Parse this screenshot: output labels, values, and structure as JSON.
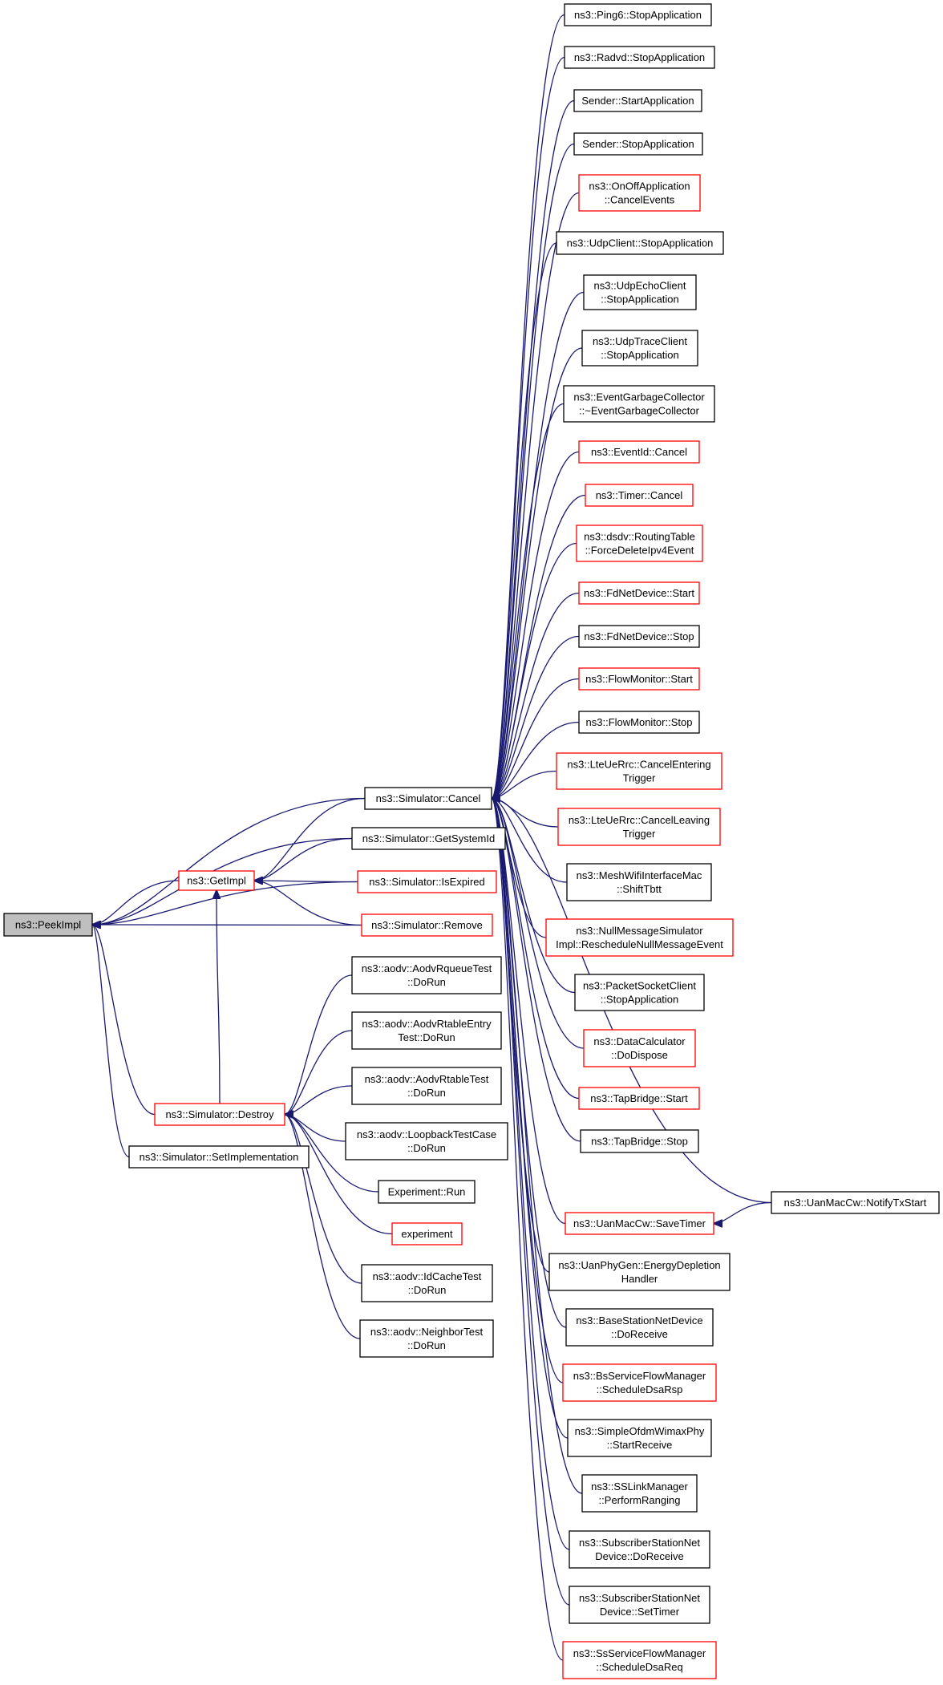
{
  "colors": {
    "edge": "#191970",
    "border_black": "#000000",
    "border_red": "#ff0000",
    "root_fill": "#bfbfbf",
    "node_fill": "#ffffff"
  },
  "nodes": [
    {
      "id": "peekimpl",
      "lines": [
        "ns3::PeekImpl"
      ],
      "style": "root"
    },
    {
      "id": "getimpl",
      "lines": [
        "ns3::GetImpl"
      ],
      "style": "red"
    },
    {
      "id": "sim-cancel",
      "lines": [
        "ns3::Simulator::Cancel"
      ],
      "style": "black"
    },
    {
      "id": "sim-getsystemid",
      "lines": [
        "ns3::Simulator::GetSystemId"
      ],
      "style": "black"
    },
    {
      "id": "sim-isexpired",
      "lines": [
        "ns3::Simulator::IsExpired"
      ],
      "style": "red"
    },
    {
      "id": "sim-remove",
      "lines": [
        "ns3::Simulator::Remove"
      ],
      "style": "red"
    },
    {
      "id": "sim-destroy",
      "lines": [
        "ns3::Simulator::Destroy"
      ],
      "style": "red"
    },
    {
      "id": "sim-setimpl",
      "lines": [
        "ns3::Simulator::SetImplementation"
      ],
      "style": "black"
    },
    {
      "id": "ping6-stop",
      "lines": [
        "ns3::Ping6::StopApplication"
      ],
      "style": "black"
    },
    {
      "id": "radvd-stop",
      "lines": [
        "ns3::Radvd::StopApplication"
      ],
      "style": "black"
    },
    {
      "id": "sender-start",
      "lines": [
        "Sender::StartApplication"
      ],
      "style": "black"
    },
    {
      "id": "sender-stop",
      "lines": [
        "Sender::StopApplication"
      ],
      "style": "black"
    },
    {
      "id": "onoff-cancel",
      "lines": [
        "ns3::OnOffApplication",
        "::CancelEvents"
      ],
      "style": "red"
    },
    {
      "id": "udpclient-stop",
      "lines": [
        "ns3::UdpClient::StopApplication"
      ],
      "style": "black"
    },
    {
      "id": "udpecho-stop",
      "lines": [
        "ns3::UdpEchoClient",
        "::StopApplication"
      ],
      "style": "black"
    },
    {
      "id": "udptrace-stop",
      "lines": [
        "ns3::UdpTraceClient",
        "::StopApplication"
      ],
      "style": "black"
    },
    {
      "id": "egc-dtor",
      "lines": [
        "ns3::EventGarbageCollector",
        "::~EventGarbageCollector"
      ],
      "style": "black"
    },
    {
      "id": "eventid-cancel",
      "lines": [
        "ns3::EventId::Cancel"
      ],
      "style": "red"
    },
    {
      "id": "timer-cancel",
      "lines": [
        "ns3::Timer::Cancel"
      ],
      "style": "red"
    },
    {
      "id": "dsdv-force",
      "lines": [
        "ns3::dsdv::RoutingTable",
        "::ForceDeleteIpv4Event"
      ],
      "style": "red"
    },
    {
      "id": "fd-start",
      "lines": [
        "ns3::FdNetDevice::Start"
      ],
      "style": "red"
    },
    {
      "id": "fd-stop",
      "lines": [
        "ns3::FdNetDevice::Stop"
      ],
      "style": "black"
    },
    {
      "id": "flow-start",
      "lines": [
        "ns3::FlowMonitor::Start"
      ],
      "style": "red"
    },
    {
      "id": "flow-stop",
      "lines": [
        "ns3::FlowMonitor::Stop"
      ],
      "style": "black"
    },
    {
      "id": "lte-entering",
      "lines": [
        "ns3::LteUeRrc::CancelEntering",
        "Trigger"
      ],
      "style": "red"
    },
    {
      "id": "lte-leaving",
      "lines": [
        "ns3::LteUeRrc::CancelLeaving",
        "Trigger"
      ],
      "style": "red"
    },
    {
      "id": "mesh-shift",
      "lines": [
        "ns3::MeshWifiInterfaceMac",
        "::ShiftTbtt"
      ],
      "style": "black"
    },
    {
      "id": "nullmsg",
      "lines": [
        "ns3::NullMessageSimulator",
        "Impl::RescheduleNullMessageEvent"
      ],
      "style": "red"
    },
    {
      "id": "packetsocket-stop",
      "lines": [
        "ns3::PacketSocketClient",
        "::StopApplication"
      ],
      "style": "black"
    },
    {
      "id": "datacalc",
      "lines": [
        "ns3::DataCalculator",
        "::DoDispose"
      ],
      "style": "red"
    },
    {
      "id": "tap-start",
      "lines": [
        "ns3::TapBridge::Start"
      ],
      "style": "red"
    },
    {
      "id": "tap-stop",
      "lines": [
        "ns3::TapBridge::Stop"
      ],
      "style": "black"
    },
    {
      "id": "uan-savetimer",
      "lines": [
        "ns3::UanMacCw::SaveTimer"
      ],
      "style": "red"
    },
    {
      "id": "uan-notify",
      "lines": [
        "ns3::UanMacCw::NotifyTxStart"
      ],
      "style": "black"
    },
    {
      "id": "uanphy",
      "lines": [
        "ns3::UanPhyGen::EnergyDepletion",
        "Handler"
      ],
      "style": "black"
    },
    {
      "id": "bs-receive",
      "lines": [
        "ns3::BaseStationNetDevice",
        "::DoReceive"
      ],
      "style": "black"
    },
    {
      "id": "bs-flow",
      "lines": [
        "ns3::BsServiceFlowManager",
        "::ScheduleDsaRsp"
      ],
      "style": "red"
    },
    {
      "id": "ofdm",
      "lines": [
        "ns3::SimpleOfdmWimaxPhy",
        "::StartReceive"
      ],
      "style": "black"
    },
    {
      "id": "sslink",
      "lines": [
        "ns3::SSLinkManager",
        "::PerformRanging"
      ],
      "style": "black"
    },
    {
      "id": "ss-receive",
      "lines": [
        "ns3::SubscriberStationNet",
        "Device::DoReceive"
      ],
      "style": "black"
    },
    {
      "id": "ss-settimer",
      "lines": [
        "ns3::SubscriberStationNet",
        "Device::SetTimer"
      ],
      "style": "black"
    },
    {
      "id": "ss-flow",
      "lines": [
        "ns3::SsServiceFlowManager",
        "::ScheduleDsaReq"
      ],
      "style": "red"
    },
    {
      "id": "aodv-rqueue",
      "lines": [
        "ns3::aodv::AodvRqueueTest",
        "::DoRun"
      ],
      "style": "black"
    },
    {
      "id": "aodv-rtentry",
      "lines": [
        "ns3::aodv::AodvRtableEntry",
        "Test::DoRun"
      ],
      "style": "black"
    },
    {
      "id": "aodv-rtable",
      "lines": [
        "ns3::aodv::AodvRtableTest",
        "::DoRun"
      ],
      "style": "black"
    },
    {
      "id": "aodv-loopback",
      "lines": [
        "ns3::aodv::LoopbackTestCase",
        "::DoRun"
      ],
      "style": "black"
    },
    {
      "id": "exp-run",
      "lines": [
        "Experiment::Run"
      ],
      "style": "black"
    },
    {
      "id": "experiment",
      "lines": [
        "experiment"
      ],
      "style": "red"
    },
    {
      "id": "aodv-idcache",
      "lines": [
        "ns3::aodv::IdCacheTest",
        "::DoRun"
      ],
      "style": "black"
    },
    {
      "id": "aodv-neighbor",
      "lines": [
        "ns3::aodv::NeighborTest",
        "::DoRun"
      ],
      "style": "black"
    }
  ],
  "edges": [
    {
      "from": "sim-cancel",
      "to": "peekimpl"
    },
    {
      "from": "sim-getsystemid",
      "to": "peekimpl"
    },
    {
      "from": "getimpl",
      "to": "peekimpl"
    },
    {
      "from": "sim-isexpired",
      "to": "peekimpl"
    },
    {
      "from": "sim-remove",
      "to": "peekimpl"
    },
    {
      "from": "sim-destroy",
      "to": "peekimpl"
    },
    {
      "from": "sim-setimpl",
      "to": "peekimpl"
    },
    {
      "from": "sim-cancel",
      "to": "getimpl"
    },
    {
      "from": "sim-getsystemid",
      "to": "getimpl"
    },
    {
      "from": "sim-isexpired",
      "to": "getimpl"
    },
    {
      "from": "sim-remove",
      "to": "getimpl"
    },
    {
      "from": "sim-destroy",
      "to": "getimpl"
    },
    {
      "from": "ping6-stop",
      "to": "sim-cancel"
    },
    {
      "from": "radvd-stop",
      "to": "sim-cancel"
    },
    {
      "from": "sender-start",
      "to": "sim-cancel"
    },
    {
      "from": "sender-stop",
      "to": "sim-cancel"
    },
    {
      "from": "onoff-cancel",
      "to": "sim-cancel"
    },
    {
      "from": "udpclient-stop",
      "to": "sim-cancel"
    },
    {
      "from": "udpecho-stop",
      "to": "sim-cancel"
    },
    {
      "from": "udptrace-stop",
      "to": "sim-cancel"
    },
    {
      "from": "egc-dtor",
      "to": "sim-cancel"
    },
    {
      "from": "eventid-cancel",
      "to": "sim-cancel"
    },
    {
      "from": "timer-cancel",
      "to": "sim-cancel"
    },
    {
      "from": "dsdv-force",
      "to": "sim-cancel"
    },
    {
      "from": "fd-start",
      "to": "sim-cancel"
    },
    {
      "from": "fd-stop",
      "to": "sim-cancel"
    },
    {
      "from": "flow-start",
      "to": "sim-cancel"
    },
    {
      "from": "flow-stop",
      "to": "sim-cancel"
    },
    {
      "from": "lte-entering",
      "to": "sim-cancel"
    },
    {
      "from": "lte-leaving",
      "to": "sim-cancel"
    },
    {
      "from": "mesh-shift",
      "to": "sim-cancel"
    },
    {
      "from": "nullmsg",
      "to": "sim-cancel"
    },
    {
      "from": "packetsocket-stop",
      "to": "sim-cancel"
    },
    {
      "from": "datacalc",
      "to": "sim-cancel"
    },
    {
      "from": "tap-start",
      "to": "sim-cancel"
    },
    {
      "from": "tap-stop",
      "to": "sim-cancel"
    },
    {
      "from": "uan-notify",
      "to": "sim-cancel"
    },
    {
      "from": "uan-savetimer",
      "to": "sim-cancel"
    },
    {
      "from": "uanphy",
      "to": "sim-cancel"
    },
    {
      "from": "bs-receive",
      "to": "sim-cancel"
    },
    {
      "from": "bs-flow",
      "to": "sim-cancel"
    },
    {
      "from": "ofdm",
      "to": "sim-cancel"
    },
    {
      "from": "sslink",
      "to": "sim-cancel"
    },
    {
      "from": "ss-receive",
      "to": "sim-cancel"
    },
    {
      "from": "ss-settimer",
      "to": "sim-cancel"
    },
    {
      "from": "ss-flow",
      "to": "sim-cancel"
    },
    {
      "from": "uan-notify",
      "to": "uan-savetimer"
    },
    {
      "from": "aodv-rqueue",
      "to": "sim-destroy"
    },
    {
      "from": "aodv-rtentry",
      "to": "sim-destroy"
    },
    {
      "from": "aodv-rtable",
      "to": "sim-destroy"
    },
    {
      "from": "aodv-loopback",
      "to": "sim-destroy"
    },
    {
      "from": "exp-run",
      "to": "sim-destroy"
    },
    {
      "from": "experiment",
      "to": "sim-destroy"
    },
    {
      "from": "aodv-idcache",
      "to": "sim-destroy"
    },
    {
      "from": "aodv-neighbor",
      "to": "sim-destroy"
    }
  ]
}
